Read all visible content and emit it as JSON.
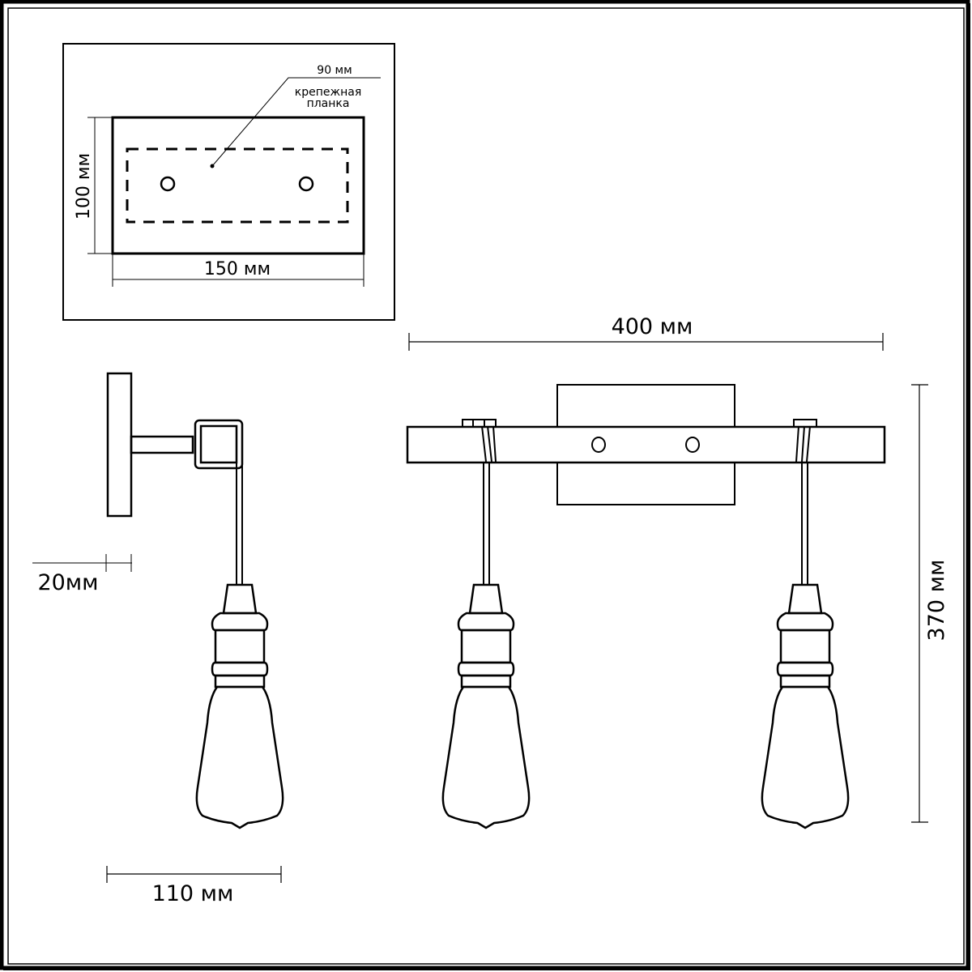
{
  "diagram": {
    "type": "technical-drawing",
    "subject": "wall lamp with two pendant bulbs",
    "colors": {
      "stroke": "#000000",
      "background": "#ffffff"
    }
  },
  "mounting_plate_inset": {
    "plate_width_label": "150 мм",
    "plate_height_label": "100 мм",
    "bracket_length_label": "90 мм",
    "bracket_caption_line1": "крепежная",
    "bracket_caption_line2": "планка"
  },
  "side_view": {
    "wall_depth_label": "20мм",
    "projection_label": "110 мм"
  },
  "front_view": {
    "width_label": "400 мм",
    "height_label": "370 мм",
    "bulb_count": 2
  }
}
